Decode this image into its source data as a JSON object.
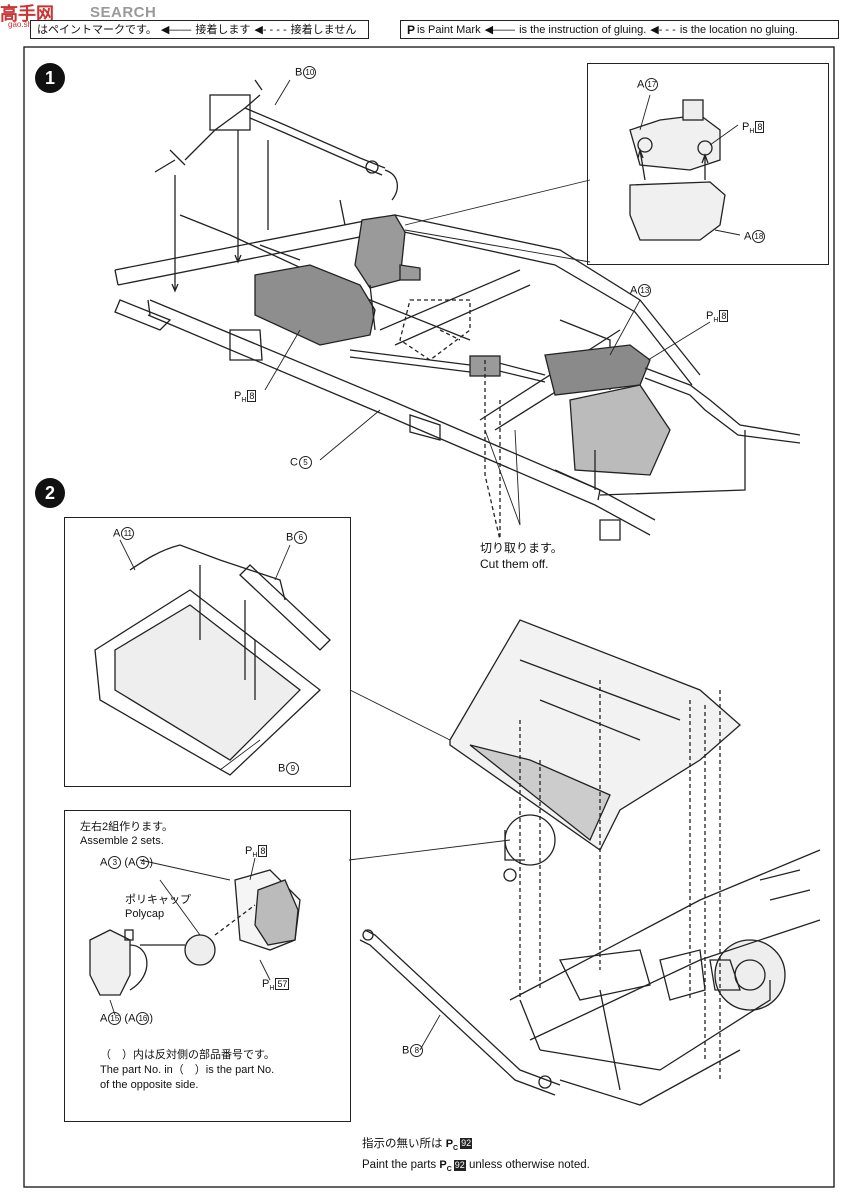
{
  "watermark": {
    "logo": "高手网",
    "sub": "gao.shou.com",
    "search": "SEARCH"
  },
  "legend_jp": {
    "paint": "はペイントマークです。",
    "glue": "接着します",
    "noglue": "接着しません"
  },
  "legend_en": {
    "paint_mark": "P",
    "paint": "is Paint Mark",
    "glue": "is the instruction of gluing.",
    "noglue": "is the location no gluing."
  },
  "steps": [
    "1",
    "2"
  ],
  "parts": {
    "b10": {
      "letter": "B",
      "num": "10"
    },
    "a17": {
      "letter": "A",
      "num": "17"
    },
    "a18": {
      "letter": "A",
      "num": "18"
    },
    "ph8_top": {
      "letter": "P",
      "sub": "H",
      "num": "8"
    },
    "a13": {
      "letter": "A",
      "num": "13"
    },
    "ph8_right": {
      "letter": "P",
      "sub": "H",
      "num": "8"
    },
    "ph8_left": {
      "letter": "P",
      "sub": "H",
      "num": "8"
    },
    "c5": {
      "letter": "C",
      "num": "5"
    },
    "a11": {
      "letter": "A",
      "num": "11"
    },
    "b6": {
      "letter": "B",
      "num": "6"
    },
    "b9": {
      "letter": "B",
      "num": "9"
    },
    "a3": {
      "letter": "A",
      "num": "3",
      "alt": "4"
    },
    "ph8_cap": {
      "letter": "P",
      "sub": "H",
      "num": "8"
    },
    "ph57": {
      "letter": "P",
      "sub": "H",
      "num": "57"
    },
    "a15": {
      "letter": "A",
      "num": "15",
      "alt": "16"
    },
    "b8": {
      "letter": "B",
      "num": "8"
    }
  },
  "notes": {
    "cut_jp": "切り取ります。",
    "cut_en": "Cut them off.",
    "assemble_jp": "左右2組作ります。",
    "assemble_en": "Assemble 2 sets.",
    "polycap_jp": "ポリキャップ",
    "polycap_en": "Polycap",
    "opposite_jp": "（　）内は反対側の部品番号です。",
    "opposite_en1": "The part No. in（　）is the part No.",
    "opposite_en2": "of the opposite side.",
    "paint_jp_pre": "指示の無い所は",
    "paint_code": "92",
    "paint_en_pre": "Paint the parts",
    "paint_en_post": "unless otherwise noted."
  }
}
